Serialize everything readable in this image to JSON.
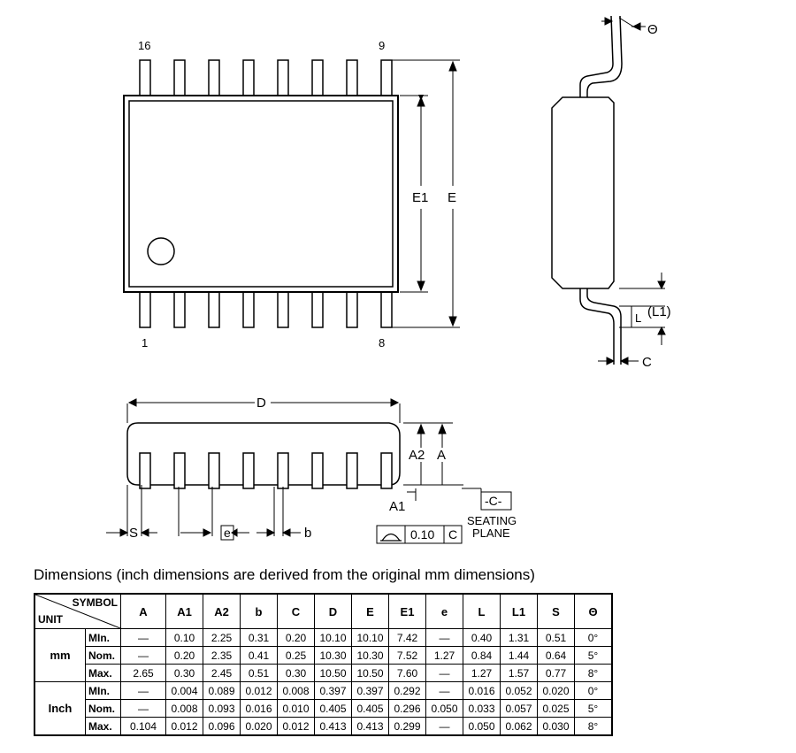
{
  "top_view": {
    "pin_top_left": "16",
    "pin_top_right": "9",
    "pin_bottom_left": "1",
    "pin_bottom_right": "8",
    "label_e1": "E1",
    "label_e": "E"
  },
  "side_view": {
    "label_theta": "Θ",
    "label_l1": "(L1)",
    "label_l": "L",
    "label_c": "C"
  },
  "front_view": {
    "label_d": "D",
    "label_a2": "A2",
    "label_a": "A",
    "label_a1": "A1",
    "label_s": "S",
    "label_e": "e",
    "label_b": "b",
    "datum": "-C-",
    "seating_line1": "SEATING",
    "seating_line2": "PLANE",
    "flatness_value": "0.10",
    "flatness_datum": "C"
  },
  "caption": "Dimensions (inch dimensions are derived from the original mm dimensions)",
  "table": {
    "corner_symbol": "SYMBOL",
    "corner_unit": "UNIT",
    "headers": [
      "A",
      "A1",
      "A2",
      "b",
      "C",
      "D",
      "E",
      "E1",
      "e",
      "L",
      "L1",
      "S",
      "Θ"
    ],
    "groups": [
      {
        "unit": "mm",
        "rows": [
          {
            "label": "MIn.",
            "values": [
              "—",
              "0.10",
              "2.25",
              "0.31",
              "0.20",
              "10.10",
              "10.10",
              "7.42",
              "—",
              "0.40",
              "1.31",
              "0.51",
              "0°"
            ]
          },
          {
            "label": "Nom.",
            "values": [
              "—",
              "0.20",
              "2.35",
              "0.41",
              "0.25",
              "10.30",
              "10.30",
              "7.52",
              "1.27",
              "0.84",
              "1.44",
              "0.64",
              "5°"
            ]
          },
          {
            "label": "Max.",
            "values": [
              "2.65",
              "0.30",
              "2.45",
              "0.51",
              "0.30",
              "10.50",
              "10.50",
              "7.60",
              "—",
              "1.27",
              "1.57",
              "0.77",
              "8°"
            ]
          }
        ]
      },
      {
        "unit": "Inch",
        "rows": [
          {
            "label": "MIn.",
            "values": [
              "—",
              "0.004",
              "0.089",
              "0.012",
              "0.008",
              "0.397",
              "0.397",
              "0.292",
              "—",
              "0.016",
              "0.052",
              "0.020",
              "0°"
            ]
          },
          {
            "label": "Nom.",
            "values": [
              "—",
              "0.008",
              "0.093",
              "0.016",
              "0.010",
              "0.405",
              "0.405",
              "0.296",
              "0.050",
              "0.033",
              "0.057",
              "0.025",
              "5°"
            ]
          },
          {
            "label": "Max.",
            "values": [
              "0.104",
              "0.012",
              "0.096",
              "0.020",
              "0.012",
              "0.413",
              "0.413",
              "0.299",
              "—",
              "0.050",
              "0.062",
              "0.030",
              "8°"
            ]
          }
        ]
      }
    ]
  }
}
